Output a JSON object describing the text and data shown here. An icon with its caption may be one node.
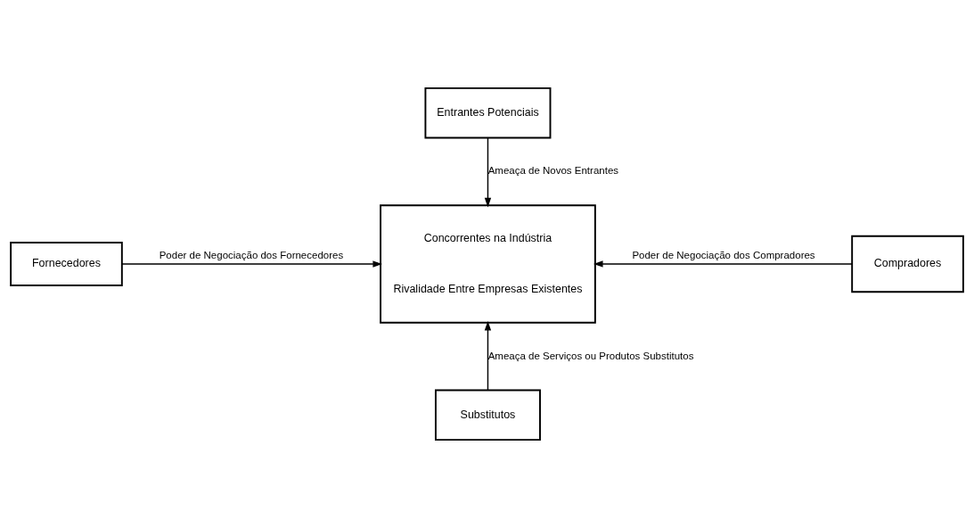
{
  "diagram": {
    "nodes": [
      {
        "text": [
          "Entrantes Potenciais"
        ]
      },
      {
        "text": [
          "Fornecedores"
        ]
      },
      {
        "text": [
          "Concorrentes na Indústria",
          "Rivalidade Entre Empresas Existentes"
        ]
      },
      {
        "text": [
          "Compradores"
        ]
      },
      {
        "text": [
          "Substitutos"
        ]
      }
    ],
    "edges": [
      {
        "from": 0,
        "to": 2,
        "arrow": "to",
        "label": "Ameaça de Novos Entrantes"
      },
      {
        "from": 1,
        "to": 2,
        "arrow": "to",
        "label": "Poder de Negociação dos Fornecedores"
      },
      {
        "from": 3,
        "to": 2,
        "arrow": "to",
        "label": "Poder de Negociação dos Compradores"
      },
      {
        "from": 4,
        "to": 2,
        "arrow": "to",
        "label": "Ameaça de Serviços ou Produtos Substitutos"
      }
    ]
  }
}
